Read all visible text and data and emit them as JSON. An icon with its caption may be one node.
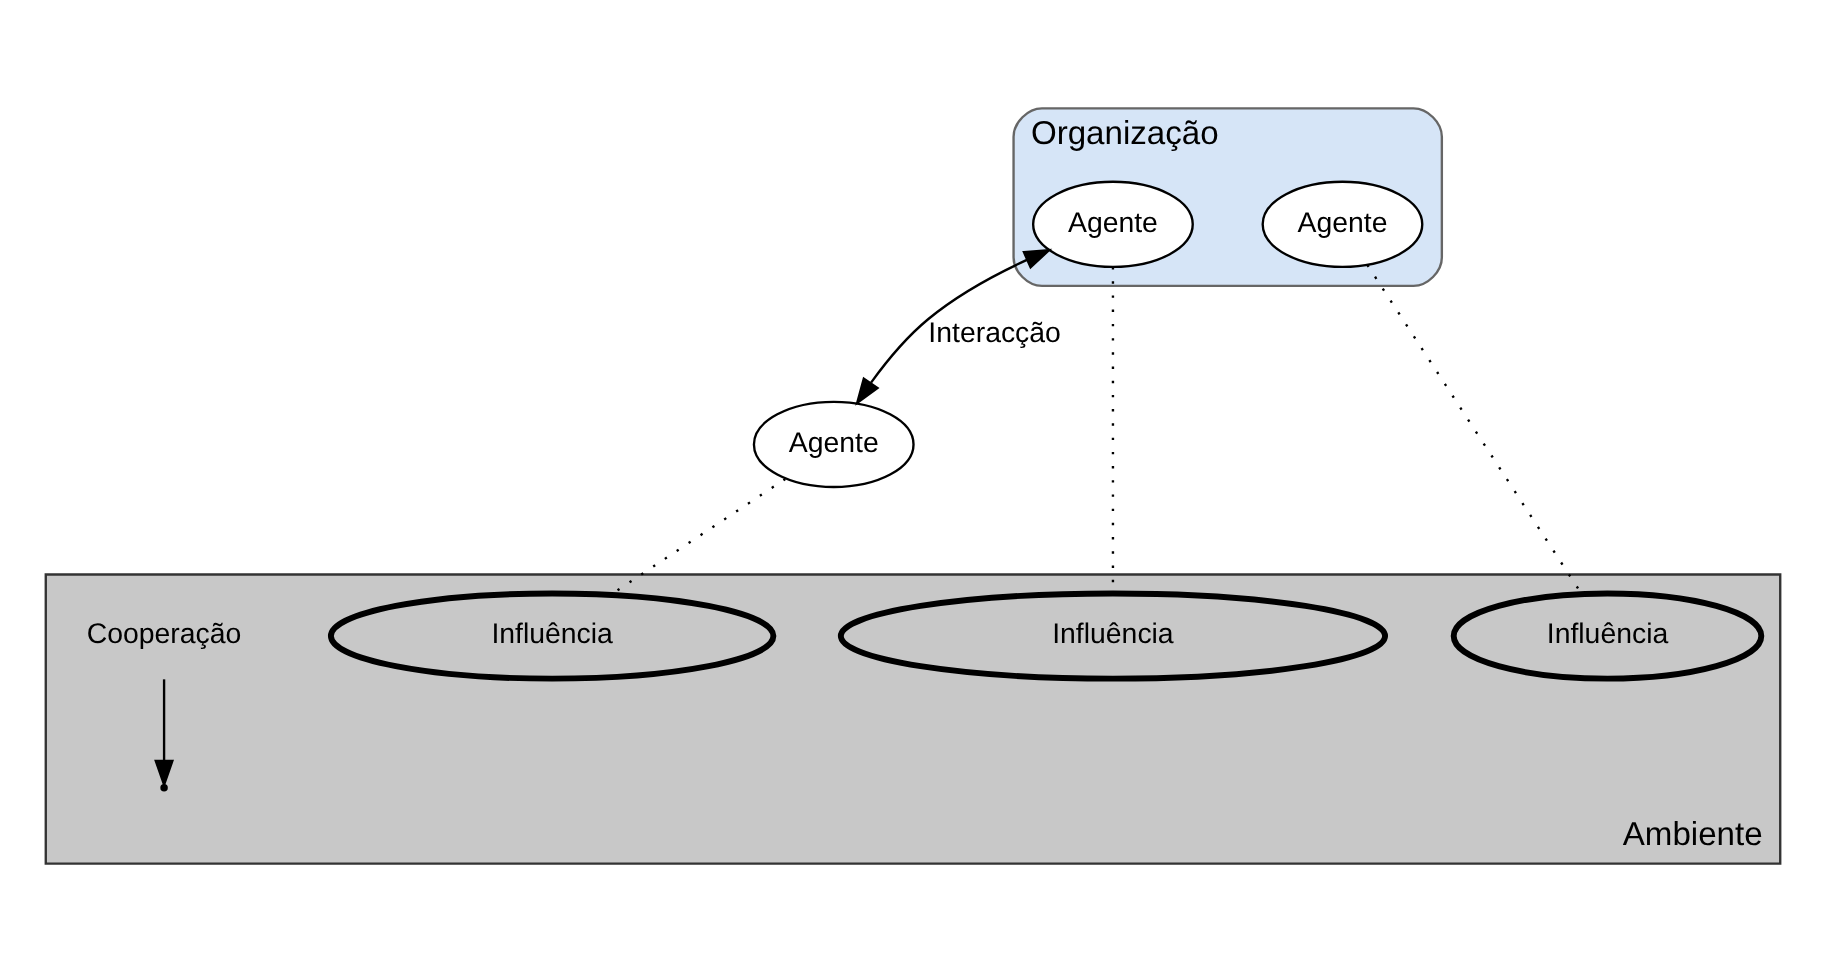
{
  "diagram": {
    "nodes": [
      {
        "text": [
          "Organização"
        ]
      },
      {
        "text": [
          "Agente"
        ],
        "in": 0
      },
      {
        "text": [
          "Agente"
        ],
        "in": 0
      },
      {
        "text": [
          "Agente"
        ]
      },
      {
        "text": [
          "Ambiente"
        ]
      },
      {
        "text": [
          "Influência"
        ],
        "in": 4
      },
      {
        "text": [
          "Influência"
        ],
        "in": 4
      },
      {
        "text": [
          "Influência"
        ],
        "in": 4
      },
      {
        "text": [
          "Cooperação"
        ],
        "in": 4
      }
    ],
    "edges": [
      {
        "from": 1,
        "to": 3,
        "arrow": "both",
        "label": "Interacção"
      },
      {
        "from": 2,
        "to": 5,
        "arrow": "none",
        "style": "dashed"
      },
      {
        "from": 1,
        "to": 6,
        "arrow": "none",
        "style": "dashed"
      },
      {
        "from": 3,
        "to": 7,
        "arrow": "none",
        "style": "dashed"
      },
      {
        "from": 8,
        "to": null,
        "arrow": "to"
      }
    ]
  }
}
